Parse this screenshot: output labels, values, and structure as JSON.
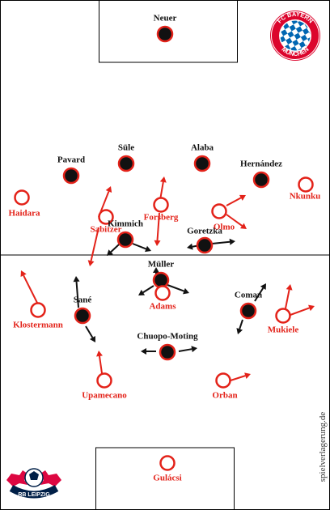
{
  "colors": {
    "line": "#000000",
    "home": "#111111",
    "away": "#e32219",
    "bayern_blue": "#0066b2",
    "bayern_red": "#dc052d"
  },
  "watermark": "spielverlagerung.de",
  "logos": {
    "bayern": {
      "icon": "fc-bayern-crest-icon",
      "text_top": "FC BAYERN",
      "text_bottom": "MÜNCHEN"
    },
    "leipzig": {
      "icon": "rb-leipzig-crest-icon",
      "text": "RB LEIPZIG"
    }
  },
  "players": {
    "home": [
      {
        "name": "Neuer"
      },
      {
        "name": "Pavard"
      },
      {
        "name": "Süle"
      },
      {
        "name": "Alaba"
      },
      {
        "name": "Hernández"
      },
      {
        "name": "Kimmich"
      },
      {
        "name": "Goretzka"
      },
      {
        "name": "Müller"
      },
      {
        "name": "Sané"
      },
      {
        "name": "Coman"
      },
      {
        "name": "Chuopo-Moting"
      }
    ],
    "away": [
      {
        "name": "Haidara"
      },
      {
        "name": "Sabitzer"
      },
      {
        "name": "Forsberg"
      },
      {
        "name": "Olmo"
      },
      {
        "name": "Nkunku"
      },
      {
        "name": "Adams"
      },
      {
        "name": "Klostermann"
      },
      {
        "name": "Mukiele"
      },
      {
        "name": "Upamecano"
      },
      {
        "name": "Orban"
      },
      {
        "name": "Gulácsi"
      }
    ]
  }
}
